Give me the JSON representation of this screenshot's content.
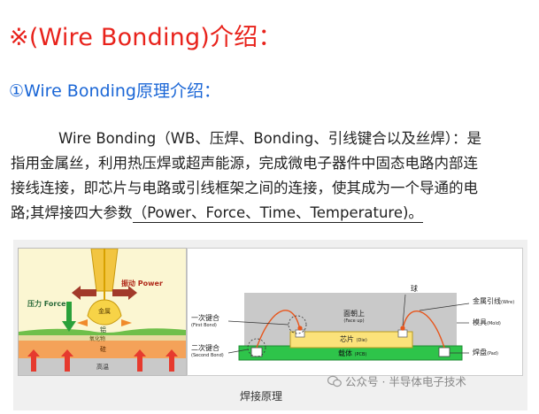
{
  "heading": "※(Wire Bonding)介绍：",
  "subheading": "①Wire Bonding原理介绍：",
  "paragraph": {
    "line1": "Wire Bonding（WB、压焊、Bonding、引线键合以及丝焊）：是",
    "line2": "指用金属丝，利用热压焊或超声能源，完成微电子器件中固态电路内部连",
    "line3": "接线连接，即芯片与电路或引线框架之间的连接，使其成为一个导通的电",
    "line4_pre": "路;其焊接四大参数",
    "line4_underlined": "（Power、Force、Time、Temperature)。"
  },
  "figure": {
    "left": {
      "force_label": "压力 Force",
      "power_label": "振动 Power",
      "ball_label": "金属",
      "pad_label": "铝",
      "oxide_label": "氧化物",
      "silicon_label": "硅",
      "heat_label": "高温"
    },
    "right": {
      "ball_label": "球",
      "wire_label": "金属引线",
      "wire_sub": "(Wire)",
      "mold_label": "模具",
      "mold_sub": "(Mold)",
      "face_up_label": "面朝上",
      "face_up_sub": "(Face up)",
      "die_label": "芯片",
      "die_sub": "(Die)",
      "substrate_label": "载体",
      "substrate_sub": "(PCB)",
      "pad_label": "焊盘",
      "pad_sub": "(Pad)",
      "first_bond_label": "一次键合",
      "first_bond_sub": "(First Bond)",
      "second_bond_label": "二次键合",
      "second_bond_sub": "(Second Bond)"
    },
    "caption": "焊接原理"
  },
  "watermark": "公众号 · 半导体电子技术",
  "colors": {
    "heading": "#e8221b",
    "subheading": "#1a66d6",
    "die": "#fbe27a",
    "substrate": "#2ec44a",
    "wire": "#e8551b"
  }
}
